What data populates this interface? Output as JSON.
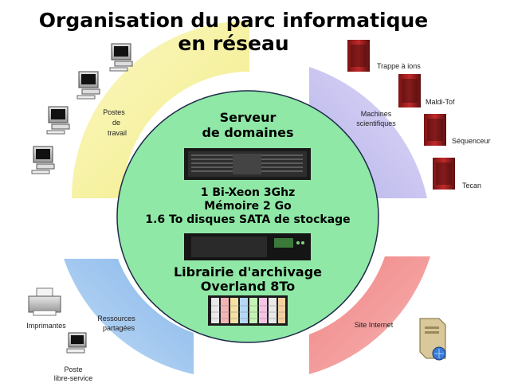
{
  "title": {
    "line1": "Organisation du parc informatique",
    "line2": "en réseau"
  },
  "center": {
    "server_title_1": "Serveur",
    "server_title_2": "de domaines",
    "spec1": "1 Bi-Xeon 3Ghz",
    "spec2": "Mémoire 2 Go",
    "spec3": "1.6 To disques SATA de stockage",
    "library_1": "Librairie d'archivage",
    "library_2": "Overland 8To"
  },
  "quadrants": {
    "top_left": {
      "label_1": "Postes",
      "label_2": "de",
      "label_3": "travail",
      "color": "#f7f3a0"
    },
    "top_right": {
      "label_1": "Machines",
      "label_2": "scientifiques",
      "color": "#c9c6ef"
    },
    "bottom_left": {
      "label_1": "Ressources",
      "label_2": "partagées",
      "color": "#9fc6ef"
    },
    "bottom_right": {
      "label_1": "Site Internet",
      "color": "#f39a9a"
    }
  },
  "machines": [
    "Trappe à ions",
    "Maldi-Tof",
    "Séquenceur",
    "Tecan"
  ],
  "resources": {
    "printers": "Imprimantes",
    "poste_1": "Poste",
    "poste_2": "libre-service"
  },
  "colors": {
    "center_fill": "#8fe8a6",
    "center_stroke": "#1e2a4a"
  },
  "icons": [
    "workstation-icon",
    "server-rack-icon",
    "printer-icon",
    "web-server-icon",
    "tape-library-icon"
  ]
}
